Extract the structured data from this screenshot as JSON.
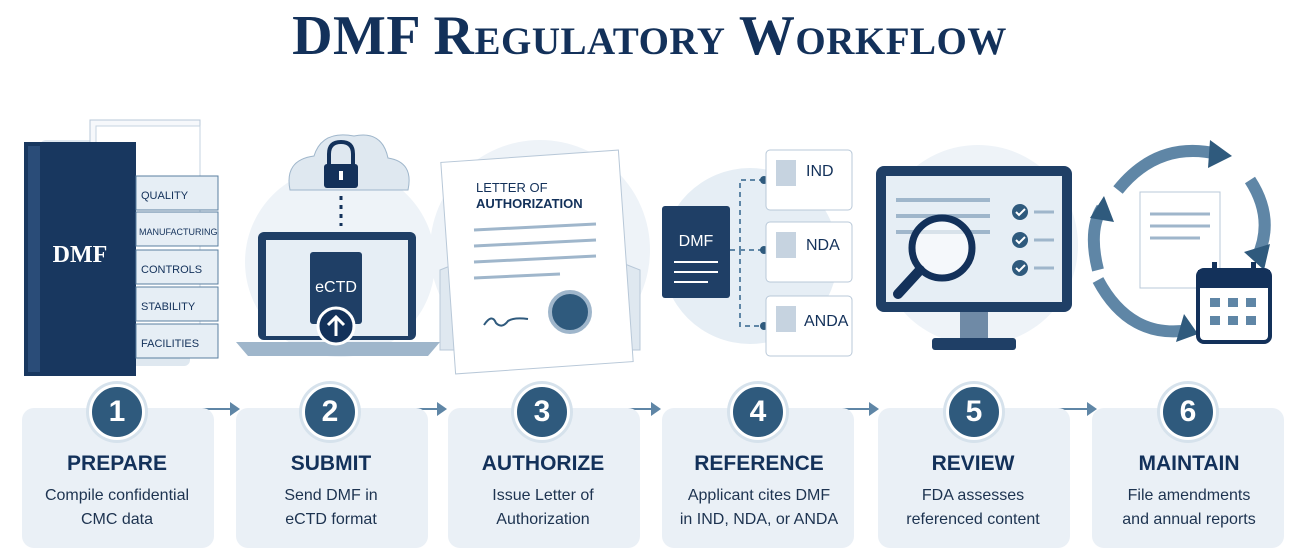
{
  "title": "DMF Regulatory Workflow",
  "binder": {
    "label": "DMF",
    "tabs": [
      "QUALITY",
      "MANUFACTURING",
      "CONTROLS",
      "STABILITY",
      "FACILITIES"
    ]
  },
  "laptop": {
    "label": "eCTD"
  },
  "letter": {
    "heading_line1": "LETTER OF",
    "heading_line2": "AUTHORIZATION"
  },
  "reference": {
    "source": "DMF",
    "targets": [
      "IND",
      "NDA",
      "ANDA"
    ]
  },
  "steps": [
    {
      "number": "1",
      "title": "PREPARE",
      "desc": "Compile confidential\nCMC data"
    },
    {
      "number": "2",
      "title": "SUBMIT",
      "desc": "Send DMF in\neCTD format"
    },
    {
      "number": "3",
      "title": "AUTHORIZE",
      "desc": "Issue Letter of\nAuthorization"
    },
    {
      "number": "4",
      "title": "REFERENCE",
      "desc": "Applicant cites DMF\nin IND, NDA, or ANDA"
    },
    {
      "number": "5",
      "title": "REVIEW",
      "desc": "FDA assesses\nreferenced content"
    },
    {
      "number": "6",
      "title": "MAINTAIN",
      "desc": "File amendments\nand annual reports"
    }
  ],
  "colors": {
    "navy": "#13315a",
    "steel": "#2f5a7d",
    "light": "#eaf0f6",
    "arrow": "#5f86a6"
  }
}
